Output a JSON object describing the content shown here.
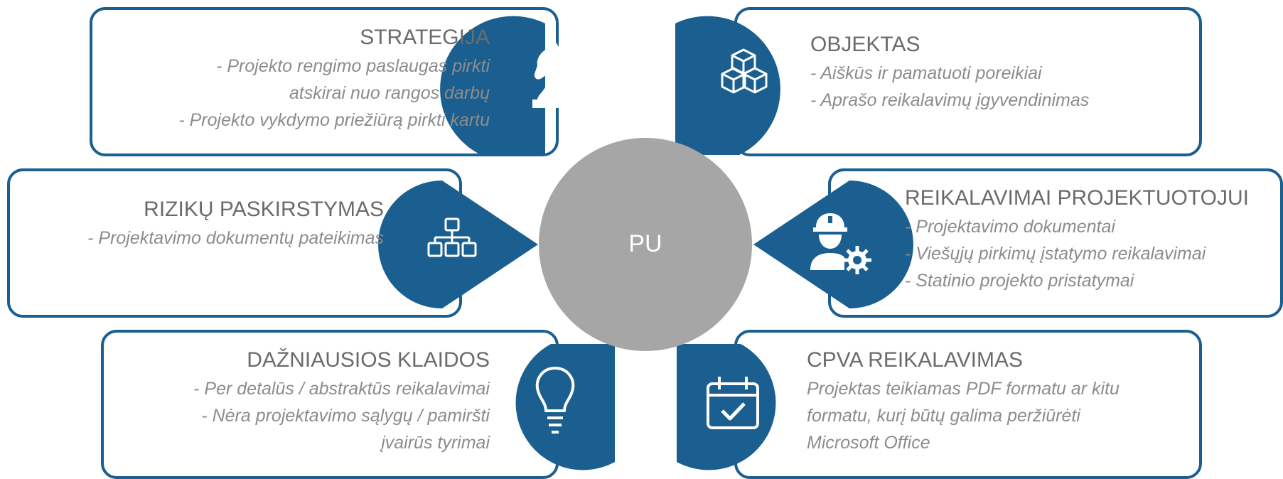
{
  "colors": {
    "accent": "#1a5f8f",
    "center": "#a6a6a6",
    "text": "#8c8c8c",
    "title": "#6b6b6b"
  },
  "center": {
    "label": "PU"
  },
  "blocks": {
    "strategija": {
      "title": "STRATEGIJA",
      "lines": [
        "- Projekto rengimo paslaugas pirkti",
        "atskirai nuo rangos darbų",
        "- Projekto vykdymo priežiūrą pirkti kartu"
      ],
      "icon": "chess-knight-icon"
    },
    "objektas": {
      "title": "OBJEKTAS",
      "lines": [
        "- Aiškūs ir pamatuoti poreikiai",
        "- Aprašo reikalavimų įgyvendinimas"
      ],
      "icon": "cubes-icon"
    },
    "rizikos": {
      "title": "RIZIKŲ PASKIRSTYMAS",
      "lines": [
        "- Projektavimo dokumentų pateikimas"
      ],
      "icon": "hierarchy-icon"
    },
    "reikalavimai": {
      "title": "REIKALAVIMAI PROJEKTUOTOJUI",
      "lines": [
        "- Projektavimo dokumentai",
        "- Viešųjų pirkimų įstatymo reikalavimai",
        "- Statinio projekto pristatymai"
      ],
      "icon": "engineer-gear-icon"
    },
    "klaidos": {
      "title": "DAŽNIAUSIOS KLAIDOS",
      "lines": [
        "- Per detalūs / abstraktūs reikalavimai",
        "- Nėra projektavimo sąlygų / pamiršti",
        "įvairūs tyrimai"
      ],
      "icon": "lightbulb-icon"
    },
    "cpva": {
      "title": "CPVA REIKALAVIMAS",
      "lines": [
        "Projektas teikiamas PDF formatu ar kitu",
        "formatu, kurį būtų galima peržiūrėti",
        "Microsoft Office"
      ],
      "icon": "calendar-check-icon"
    }
  }
}
